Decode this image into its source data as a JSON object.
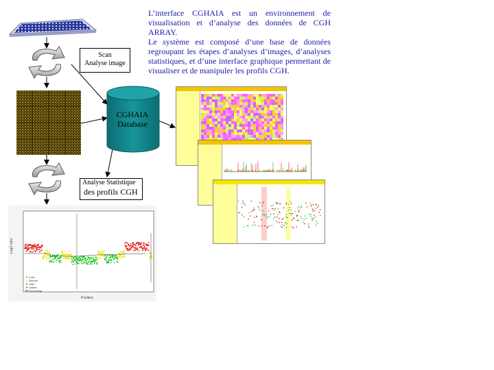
{
  "description": {
    "paragraph1": "L’interface CGHAIA est un environnement de visualisation et d’analyse des données de CGH ARRAY.",
    "paragraph2": "Le système est composé d’une base de données regroupant les étapes d’analyses d’images, d’analyses statistiques, et d’une interface graphique permettant de visualiser et de manipuler les profils CGH."
  },
  "scan_box": {
    "line1": "Scan",
    "line2": "Analyse image"
  },
  "database": {
    "line1": "CGHAIA",
    "line2": "Database"
  },
  "stat_box": {
    "line1": "Analyse Statistique",
    "line2": "des profils CGH"
  },
  "plot_legend": [
    "Loss",
    "Normal",
    "Gain",
    "Outlier",
    "Smoothing"
  ],
  "plot_axes": {
    "xlabel": "Position",
    "ylabel": "Log2 ratio"
  },
  "colors": {
    "text_blue": "#1a1aa8",
    "database_fill": "#13868c",
    "gain_red": "#e01010",
    "loss_green": "#19c219",
    "normal_yellow": "#f0e000",
    "panel_yellow": "#f3c400"
  }
}
